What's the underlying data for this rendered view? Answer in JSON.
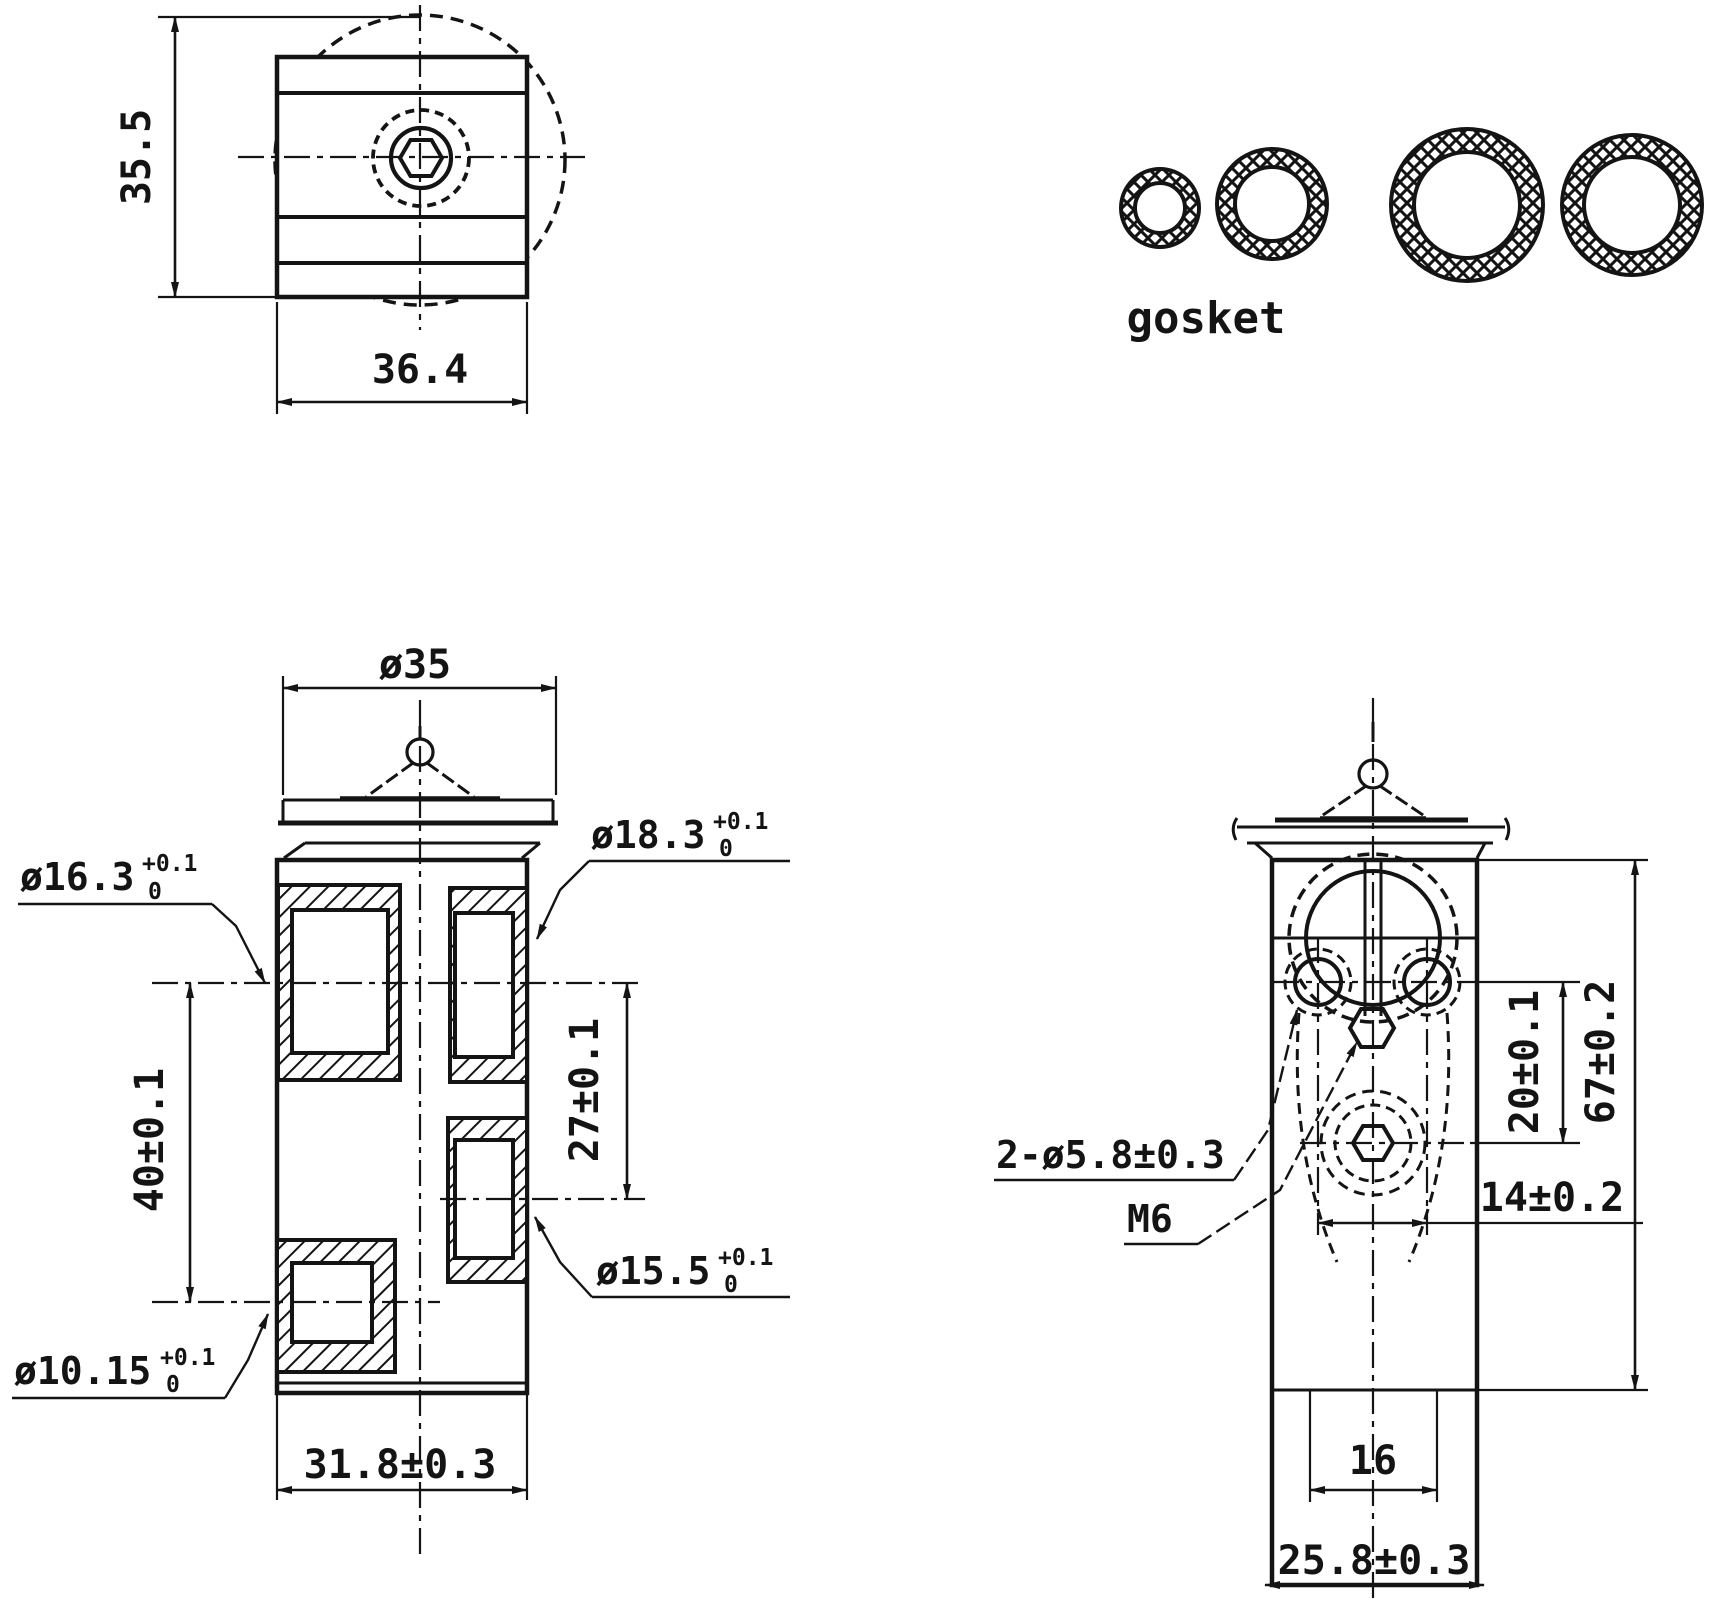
{
  "page": {
    "background": "#ffffff",
    "ink": "#141414"
  },
  "top_view": {
    "height_dim": "35.5",
    "width_dim": "36.4"
  },
  "gaskets": {
    "label": "gosket",
    "count": 4
  },
  "front_view": {
    "flange_dia": "ø35",
    "port_upper_left": {
      "main": "ø16.3",
      "plus": "+0.1",
      "minus": "0"
    },
    "port_upper_right": {
      "main": "ø18.3",
      "plus": "+0.1",
      "minus": "0"
    },
    "port_mid_right": {
      "main": "ø15.5",
      "plus": "+0.1",
      "minus": "0"
    },
    "port_lower_left": {
      "main": "ø10.15",
      "plus": "+0.1",
      "minus": "0"
    },
    "center_span": "27±0.1",
    "port_span": "40±0.1",
    "body_width": "31.8±0.3"
  },
  "side_view": {
    "holes_callout": "2-ø5.8±0.3",
    "thread_callout": "M6",
    "hole_to_port_span": "20±0.1",
    "body_height": "67±0.2",
    "hole_spacing": "14±0.2",
    "port_width": "16",
    "body_width": "25.8±0.3"
  }
}
